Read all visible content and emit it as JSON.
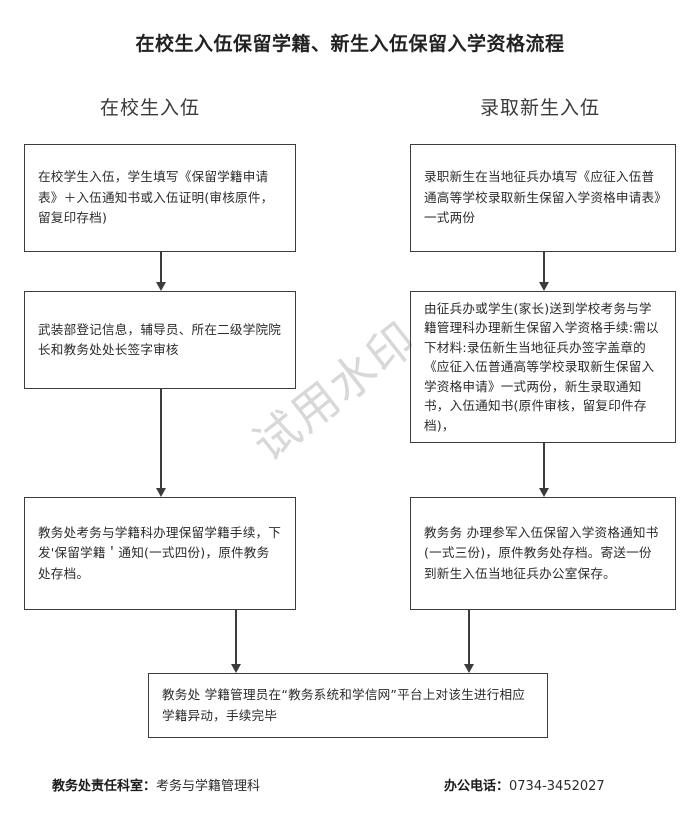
{
  "document": {
    "title": "在校生入伍保留学籍、新生入伍保留入学资格流程"
  },
  "columns": [
    {
      "id": "left",
      "heading": "在校生入伍"
    },
    {
      "id": "right",
      "heading": "录取新生入伍"
    }
  ],
  "flow": {
    "left_steps": [
      {
        "id": "l1",
        "text": "在校学生入伍，学生填写《保留学籍申请表》＋入伍通知书或入伍证明(审核原件，留复印存档)"
      },
      {
        "id": "l2",
        "text": "武装部登记信息，辅导员、所在二级学院院长和教务处处长签字审核"
      },
      {
        "id": "l3",
        "text": "教务处考务与学籍科办理保留学籍手续，下发'保留学籍＇通知(一式四份)，原件教务处存档。"
      }
    ],
    "right_steps": [
      {
        "id": "r1",
        "text": "录职新生在当地征兵办填写《应征入伍普通高等学校录取新生保留入学资格申请表》一式两份"
      },
      {
        "id": "r2",
        "text": "由征兵办或学生(家长)送到学校考务与学籍管理科办理新生保留入学资格手续:需以下材料:录伍新生当地征兵办签字盖章的《应征入伍普通高等学校录取新生保留入学资格申请》一式两份，新生录取通知书，入伍通知书(原件审核，留复印件存档)，"
      }
    ],
    "right_steps_extra": [
      {
        "id": "r3",
        "text": "教务务 办理参军入伍保留入学资格通知书(一式三份)，原件教务处存档。寄送一份到新生入伍当地征兵办公室保存。"
      }
    ],
    "final_step": {
      "id": "bottom",
      "text": "教务处 学籍管理员在“教务系统和学信网”平台上对该生进行相应学籍异动，手续完毕"
    }
  },
  "footer": {
    "department_label": "教务处责任科室：",
    "department_value": "考务与学籍管理科",
    "phone_label": "办公电话：",
    "phone_value": "0734-3452027"
  },
  "watermark": {
    "text": "试用水印"
  },
  "colors": {
    "box_border": "#3c3c3c",
    "text": "#2b2b2b",
    "title": "#222222",
    "watermark": "#d8d8d8",
    "background": "#ffffff"
  }
}
